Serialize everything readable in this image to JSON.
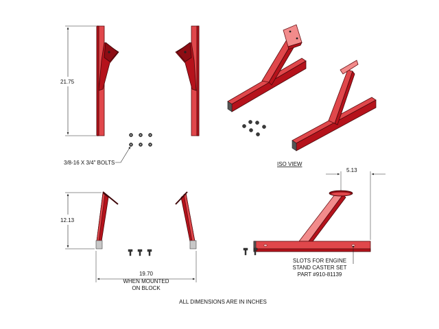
{
  "drawing": {
    "labels": {
      "height_front": "21.75",
      "height_side": "12.13",
      "bolt_spec": "3/8-16 X 3/4\" BOLTS",
      "iso_view": "ISO VIEW",
      "offset": "5.13",
      "width_line1": "19.70",
      "width_line2": "WHEN MOUNTED",
      "width_line3": "ON BLOCK",
      "slots_line1": "SLOTS FOR ENGINE",
      "slots_line2": "STAND CASTER SET",
      "slots_line3": "PART #910-81139",
      "footer": "ALL DIMENSIONS ARE IN INCHES"
    },
    "colors": {
      "part_red": "#b5121b",
      "part_highlight": "#e0474b",
      "part_light": "#f28b8b",
      "tube_cap": "#555555",
      "bolt": "#3a3a3a"
    }
  }
}
